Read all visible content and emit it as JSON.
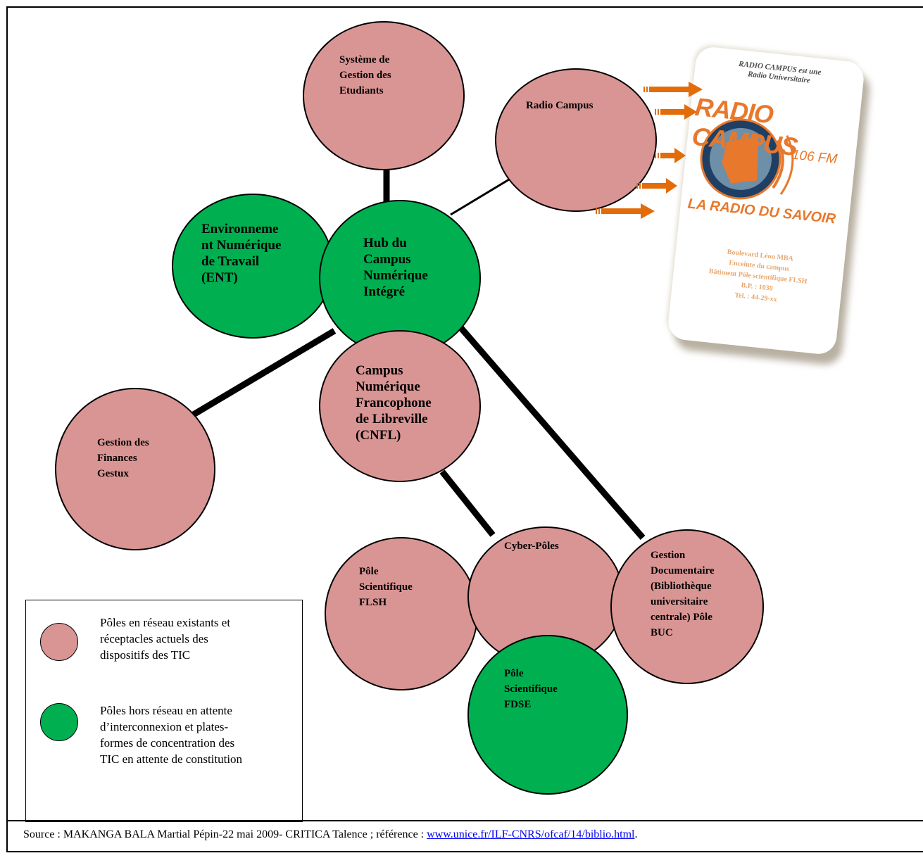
{
  "nodes": {
    "systeme": {
      "lines": [
        "Système de",
        "Gestion des",
        "Etudiants"
      ]
    },
    "radio": {
      "lines": [
        "Radio Campus"
      ]
    },
    "ent": {
      "lines": [
        "Environneme",
        "nt Numérique",
        "de Travail",
        "(ENT)"
      ]
    },
    "hub": {
      "lines": [
        "Hub du",
        "Campus",
        "Numérique",
        "Intégré"
      ]
    },
    "cnfl": {
      "lines": [
        "Campus",
        "Numérique",
        "Francophone",
        "de Libreville",
        "(CNFL)"
      ]
    },
    "gestux": {
      "lines": [
        "Gestion des",
        "Finances",
        "Gestux"
      ]
    },
    "cyber": {
      "lines": [
        "Cyber-Pôles"
      ]
    },
    "flsh": {
      "lines": [
        "Pôle",
        "Scientifique",
        "FLSH"
      ]
    },
    "buc": {
      "lines": [
        "Gestion",
        "Documentaire",
        "(Bibliothèque",
        "universitaire",
        "centrale) Pôle",
        "BUC"
      ]
    },
    "fdse": {
      "lines": [
        "Pôle",
        "Scientifique",
        "FDSE"
      ]
    }
  },
  "radio_card": {
    "header": [
      "RADIO CAMPUS est une",
      "Radio Universitaire"
    ],
    "logo_text": "RADIO CAMPUS",
    "frequency": "106 FM",
    "slogan": "LA RADIO DU SAVOIR",
    "address": [
      "Boulevard Léon MBA",
      "Enceinte du campus",
      "Bâtiment Pôle scientifique FLSH",
      "B.P. : 1030",
      "Tel. : 44-29-xx"
    ]
  },
  "legend": {
    "items": [
      {
        "lines": [
          "Pôles en réseau existants et",
          "réceptacles actuels des",
          "dispositifs des TIC"
        ],
        "color": "#d99594"
      },
      {
        "lines": [
          "Pôles hors réseau en attente",
          "d’interconnexion et plates-",
          "formes de concentration des",
          "TIC en attente de constitution"
        ],
        "color": "#00b050"
      }
    ]
  },
  "source": {
    "prefix": "Source : MAKANGA BALA Martial Pépin-22 mai 2009- CRITICA Talence ; référence : ",
    "link": "www.unice.fr/ILF-CNRS/ofcaf/14/biblio.html",
    "suffix": "."
  },
  "colors": {
    "existing": "#d99594",
    "offline": "#00b050",
    "arrow": "#e36c0a"
  }
}
